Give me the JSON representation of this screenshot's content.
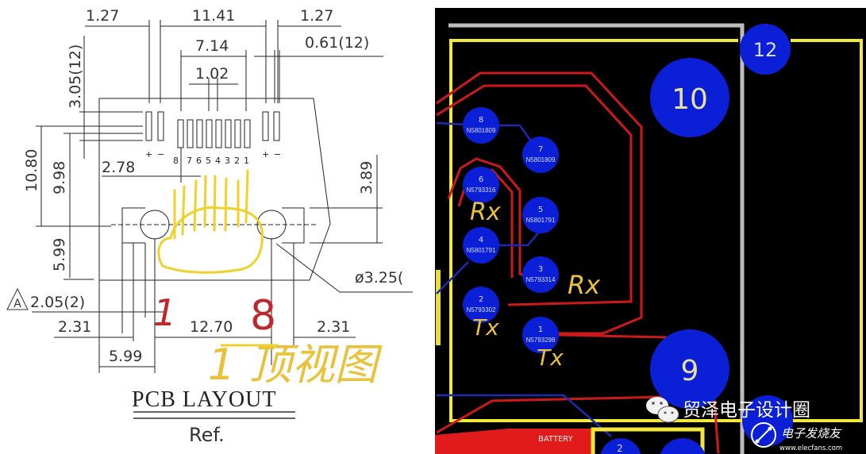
{
  "drawing": {
    "dims": {
      "top_left_pitch": "1.27",
      "top_span": "11.41",
      "top_right_pitch": "1.27",
      "signal_span": "7.14",
      "signal_pitch": "1.02",
      "pad_width": "0.61(12)",
      "pad_length": "3.05(12)",
      "height_outer": "10.80",
      "height_inner": "9.98",
      "offset_pin8": "2.78",
      "hole_offset_right": "3.89",
      "hole_offset_left": "5.99",
      "hole_diameter": "ø3.25(",
      "datum_label": "A",
      "datum_dim": "2.05(2)",
      "left_margin": "2.31",
      "hole_span": "12.70",
      "right_margin": "2.31",
      "bottom_offset": "5.99"
    },
    "pin_labels": [
      "8",
      "7",
      "6",
      "5",
      "4",
      "3",
      "2",
      "1"
    ],
    "polarity_labels": [
      "+",
      "−",
      "+",
      "−"
    ],
    "title": "PCB LAYOUT",
    "subtitle": "Ref.",
    "handwriting": {
      "pin1": "1",
      "pin8": "8",
      "caption": "1 顶视图"
    }
  },
  "pcb": {
    "mount_pads": [
      {
        "num": "12"
      },
      {
        "num": "10"
      },
      {
        "num": "9"
      }
    ],
    "pads": [
      {
        "num": "8",
        "net": "N5801809"
      },
      {
        "num": "7",
        "net": "N5801809"
      },
      {
        "num": "6",
        "net": "N5793316"
      },
      {
        "num": "5",
        "net": "N5801791"
      },
      {
        "num": "4",
        "net": "N5801791"
      },
      {
        "num": "3",
        "net": "N5793314"
      },
      {
        "num": "2",
        "net": "N5793302"
      },
      {
        "num": "1",
        "net": "N5793298"
      }
    ],
    "bottom_pad_num": "2",
    "trace_label": "BATTERY",
    "annotations": {
      "rx1": "Rx",
      "rx2": "Rx",
      "tx1": "Tx",
      "tx2": "Tx"
    },
    "colors": {
      "board": "#000000",
      "pad": "#0a1fd6",
      "trace_red": "#cc1a1a",
      "trace_blue": "#1a2aa8",
      "silk": "#f0e63a",
      "outline": "#bfbfbf"
    }
  },
  "watermark": {
    "channel": "贸泽电子设计圈",
    "logo_text": "电子发烧友",
    "url": "www.elecfans.com"
  }
}
